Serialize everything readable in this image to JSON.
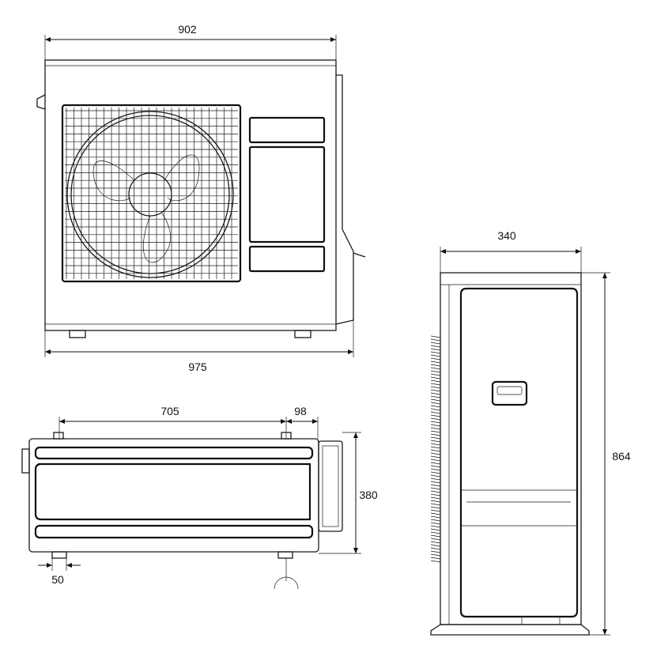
{
  "dimensions": {
    "front_top_width": "902",
    "front_overall_width": "975",
    "bottom_mount_spacing": "705",
    "bottom_mount_offset": "98",
    "bottom_depth": "380",
    "bottom_foot_width": "50",
    "side_depth": "340",
    "side_height": "864"
  },
  "colors": {
    "line": "#1a1a1a",
    "background": "#ffffff"
  }
}
